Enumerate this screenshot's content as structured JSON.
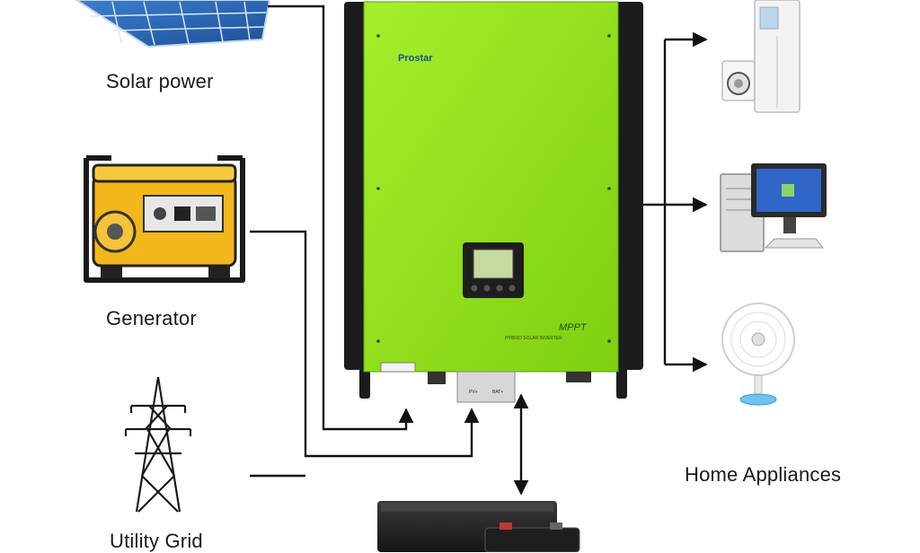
{
  "labels": {
    "solar": "Solar power",
    "generator": "Generator",
    "grid": "Utility Grid",
    "home": "Home Appliances"
  },
  "inverter": {
    "brand": "Prostar",
    "model": "MPPT",
    "subtitle": "HYBRID SOLAR INVERTER",
    "terminal_left": "PV+",
    "terminal_right": "BAT+"
  },
  "colors": {
    "inverter_green": "#93e41c",
    "frame": "#1c1c1c",
    "connector": "#111111"
  }
}
